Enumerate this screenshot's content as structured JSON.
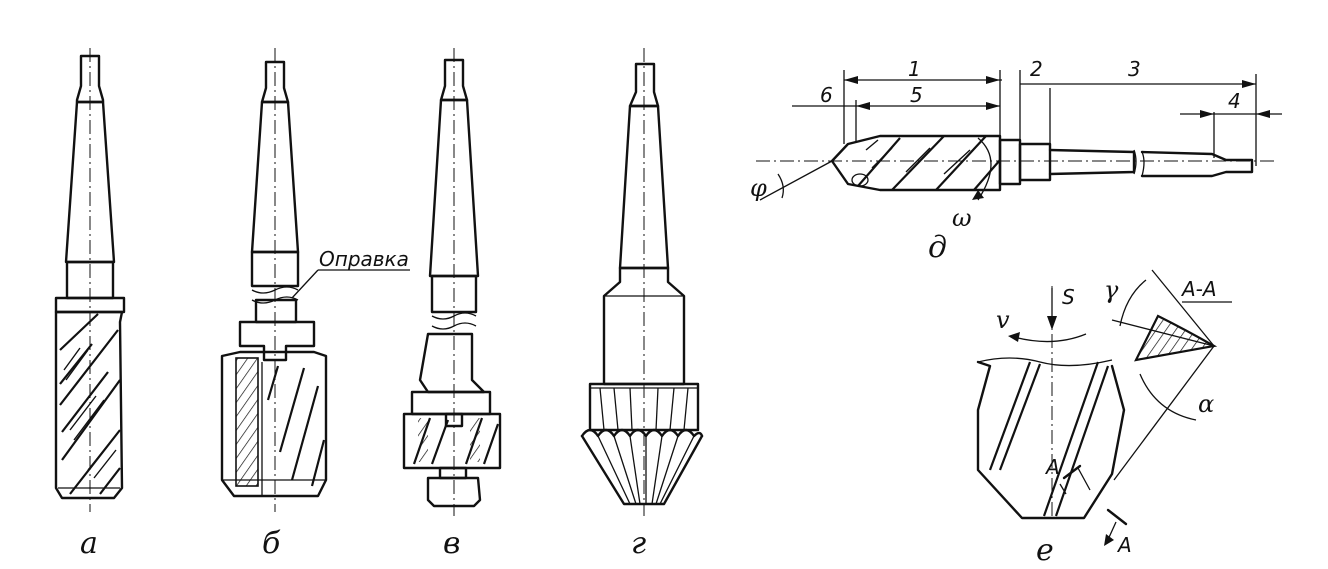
{
  "figures": [
    {
      "id": "a",
      "caption": "а"
    },
    {
      "id": "b",
      "caption": "б",
      "callout": "Оправка"
    },
    {
      "id": "v",
      "caption": "в"
    },
    {
      "id": "g",
      "caption": "г"
    },
    {
      "id": "d",
      "caption": "д",
      "dimensions": [
        "1",
        "2",
        "3",
        "4",
        "5",
        "6"
      ],
      "symbols": [
        "φ",
        "ω"
      ]
    },
    {
      "id": "e",
      "caption": "е",
      "section_title": "А-А",
      "symbols": [
        "v",
        "S",
        "γ",
        "α"
      ],
      "marks": [
        "A",
        "A"
      ]
    }
  ]
}
